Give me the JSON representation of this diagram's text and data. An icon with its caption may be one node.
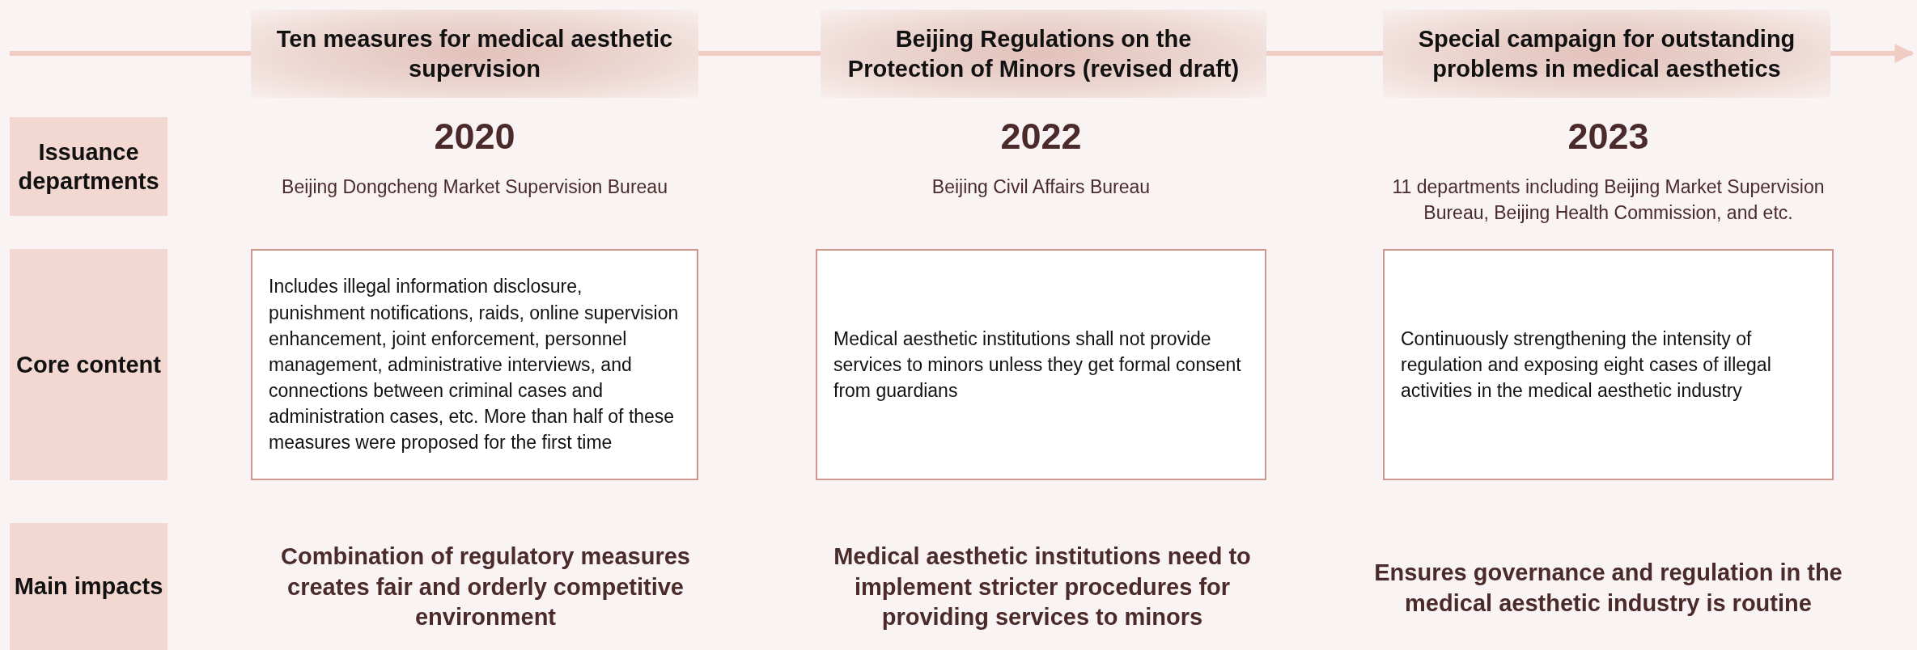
{
  "diagram": {
    "nodes": [
      {
        "text": [
          "Ten measures for medical aesthetic supervision"
        ]
      },
      {
        "text": [
          "Beijing Regulations on the Protection of Minors (revised draft)"
        ]
      },
      {
        "text": [
          "Special campaign for outstanding problems in medical aesthetics"
        ]
      },
      {
        "text": [
          "Issuance departments"
        ]
      },
      {
        "text": [
          "Core content"
        ]
      },
      {
        "text": [
          "Includes illegal information disclosure, punishment notifications, raids, online supervision enhancement, joint enforcement, personnel management, administrative interviews, and connections between criminal cases and administration cases, etc. More than half of these measures were proposed for the first time"
        ]
      },
      {
        "text": [
          "Medical aesthetic institutions shall not provide services to minors unless they get formal consent from guardians"
        ]
      },
      {
        "text": [
          "Continuously strengthening the intensity of regulation and exposing eight cases of illegal activities in the medical aesthetic industry"
        ]
      },
      {
        "text": [
          "Main impacts"
        ]
      }
    ],
    "edges": [
      {
        "from": null,
        "to": 0,
        "arrow": "none"
      },
      {
        "from": 0,
        "to": 1,
        "arrow": "none"
      },
      {
        "from": 1,
        "to": 2,
        "arrow": "none"
      },
      {
        "from": 2,
        "to": null,
        "arrow": "to"
      }
    ],
    "labels": [
      "2020",
      "Beijing Dongcheng Market Supervision Bureau",
      "2022",
      "Beijing Civil Affairs Bureau",
      "2023",
      "11 departments including Beijing Market Supervision Bureau, Beijing Health Commission, and etc.",
      "Combination of regulatory measures creates fair and orderly competitive environment",
      "Medical aesthetic institutions need to implement stricter procedures for providing services to minors",
      "Ensures governance and regulation in the medical aesthetic industry is routine"
    ]
  }
}
